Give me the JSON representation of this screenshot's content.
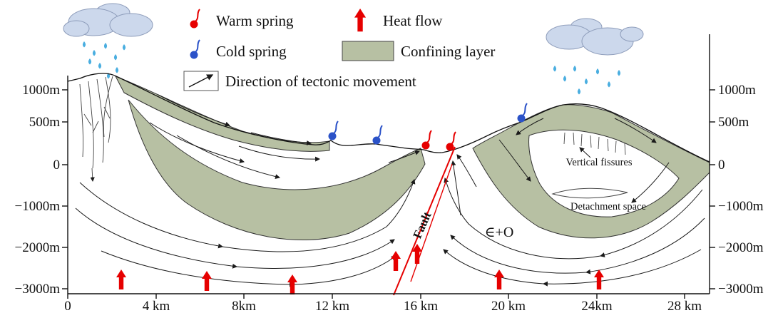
{
  "legend": {
    "warm_spring": "Warm spring",
    "cold_spring": "Cold spring",
    "heat_flow": "Heat flow",
    "confining_layer": "Confining layer",
    "tectonic_direction": "Direction of tectonic movement"
  },
  "axes": {
    "y_left": [
      "1000m",
      "500m",
      "0",
      "−1000m",
      "−2000m",
      "−3000m"
    ],
    "y_right": [
      "1000m",
      "500m",
      "0",
      "−1000m",
      "−2000m",
      "−3000m"
    ],
    "x": [
      "0",
      "4 km",
      "8km",
      "12 km",
      "16 km",
      "20 km",
      "24km",
      "28 km"
    ]
  },
  "annotations": {
    "fault": "Fault",
    "strata_symbol": "∈+O",
    "vertical_fissures": "Vertical fissures",
    "detachment_space": "Detachment space"
  },
  "colors": {
    "confining_layer": "#b7c0a3",
    "warm_spring": "#e60000",
    "cold_spring": "#2b52c8",
    "heat_flow": "#e60000",
    "fault": "#e60000",
    "cloud": "#ccd8ec",
    "rain": "#4aaee0"
  }
}
